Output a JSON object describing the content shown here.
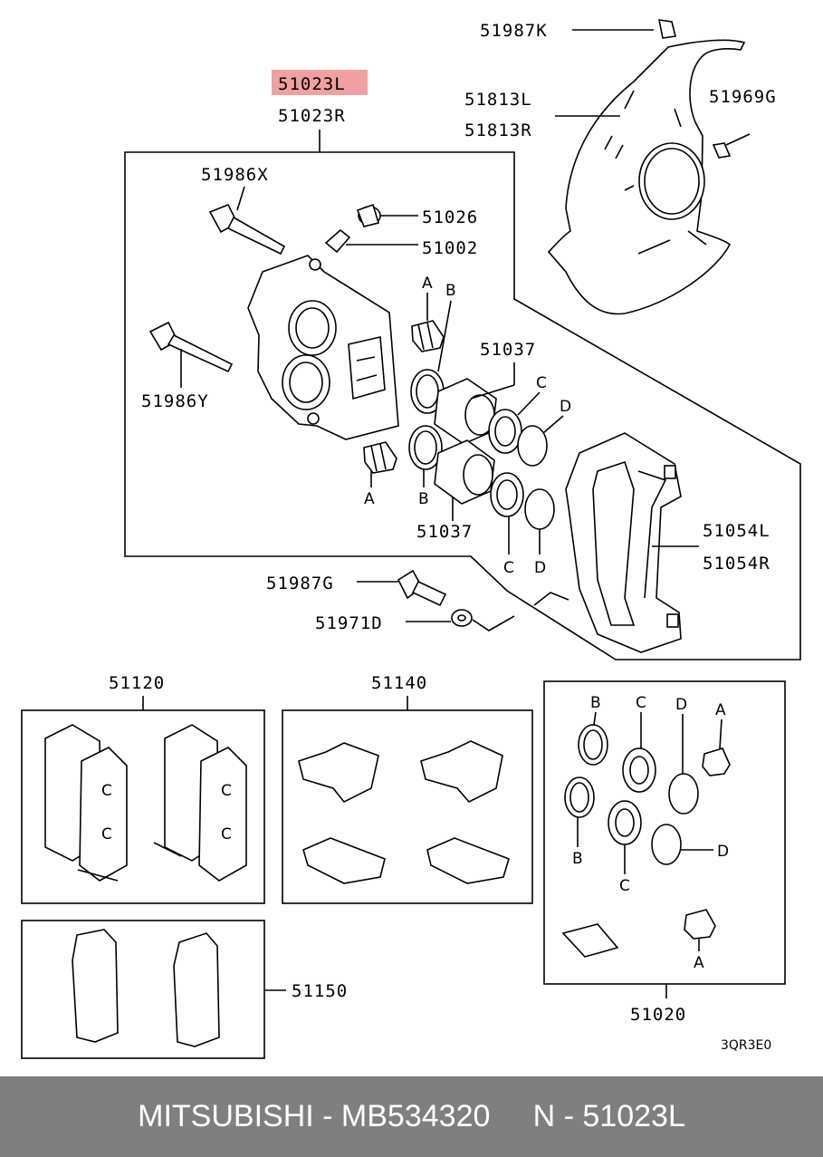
{
  "parts": {
    "p51987K": "51987K",
    "p51023L": "51023L",
    "p51023R": "51023R",
    "p51813L": "51813L",
    "p51813R": "51813R",
    "p51969G": "51969G",
    "p51986X": "51986X",
    "p51026": "51026",
    "p51002": "51002",
    "p51986Y": "51986Y",
    "p51037a": "51037",
    "p51037b": "51037",
    "p51054L": "51054L",
    "p51054R": "51054R",
    "p51987G": "51987G",
    "p51971D": "51971D",
    "p51120": "51120",
    "p51140": "51140",
    "p51150": "51150",
    "p51020": "51020"
  },
  "letters": {
    "A": "A",
    "B": "B",
    "C": "C",
    "D": "D"
  },
  "diagram_code": "3QR3E0",
  "highlight_color": "#f0a0a0",
  "footer": {
    "brand_part": "MITSUBISHI - MB534320",
    "ref": "N - 51023L"
  }
}
